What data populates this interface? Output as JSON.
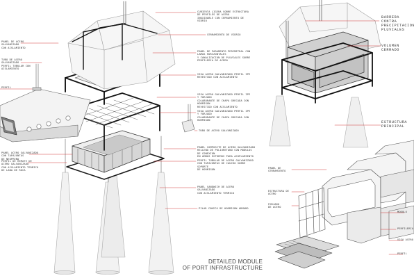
{
  "title": {
    "line1": "DETAILED MODULE",
    "line2": "OF PORT INFRASTRUCTURE"
  },
  "colors": {
    "leader": "#d23a3a",
    "steel": "#151515",
    "glass": "#9a9a9a",
    "concrete": "#bdbdbd"
  },
  "labels": {
    "main": [
      {
        "id": "r1",
        "text": "CUBIERTA LIGERA SOBRE ESTRUCTURA DE PERFILES DE ACERO\nINOXIDABLE CON CERRAMIENTO DE VIDRIO"
      },
      {
        "id": "r2",
        "text": "CERRAMIENTO DE VIDRIO"
      },
      {
        "id": "r3",
        "text": "PANEL DE PARAMENTO PERIMETRAL CON LAMAS HORIZONTALES\nY CANALIZACION DE PLUVIALES SOBRE PERFILERIA DE ACERO"
      },
      {
        "id": "r4",
        "text": "VIGA ACERO GALVANIZADO PERFIL IPE\nREVESTIDO CON AISLAMIENTO"
      },
      {
        "id": "r5",
        "text": "VIGA ACERO GALVANIZADO PERFIL IPE Y FORJADO\nCOLABORANTE DE CHAPA GRECADA CON HORMIGON\nREVESTIDO CON AISLAMIENTO"
      },
      {
        "id": "r6",
        "text": "VIGA ACERO GALVANIZADO PERFIL IPE Y FORJADO\nCOLABORANTE DE CHAPA GRECADA CON HORMIGON"
      },
      {
        "id": "r7",
        "text": "TUBO DE ACERO GALVANIZADO"
      },
      {
        "id": "r8",
        "text": "PANEL COMPOSITE DE ACERO GALVANIZADO\nRELLENO DE POLIURETANO CON MODULOS DE CONEXION\nEN AMBOS EXTREMOS PARA ACOPLAMIENTO"
      },
      {
        "id": "r9",
        "text": "PERFIL TUBULAR DE ACERO GALVANIZADO\nCON TAPAJUNTAS DE CAUCHO SOBRE SOPORTE\nDE HORMIGON"
      },
      {
        "id": "r10",
        "text": "PANEL SANDWICH DE ACERO GALVANIZADO\nCON AISLAMIENTO TERMICO"
      },
      {
        "id": "r11",
        "text": "PILAR CONICO DE HORMIGON ARMADO"
      },
      {
        "id": "l1",
        "text": "PANEL DE ACERO GALVANIZADO\nCON AISLAMIENTO"
      },
      {
        "id": "l2",
        "text": "TUBO DE ACERO GALVANIZADO\nPERFIL TUBULAR CON\nAISLAMIENTO"
      },
      {
        "id": "l3",
        "text": "PERFIL"
      },
      {
        "id": "l4",
        "text": "PANEL ACERO GALVANIZADO CON TAPAJUNTAS\nDE NEOPRENO"
      },
      {
        "id": "l5",
        "text": "PERFIL DE REMATE DE ACERO GALVANIZADO\nCON AISLAMIENTO TERMICO DE LANA DE ROCA"
      }
    ],
    "upper_right": [
      {
        "id": "ur1",
        "text": "BARRERA CONTRA\nPRECIPITACIONES\nPLUVIALES"
      },
      {
        "id": "ur2",
        "text": "VOLUMEN CERRADO"
      },
      {
        "id": "ur3",
        "text": "ESTRUCTURA\nPRINCIPAL"
      }
    ],
    "lower_right": [
      {
        "id": "lr1",
        "text": "PANEL DE CERRAMIENTO"
      },
      {
        "id": "lr2",
        "text": "ESTRUCTURA DE ACERO"
      },
      {
        "id": "lr3",
        "text": "FORJADO\nDE ACERO"
      },
      {
        "id": "lr4",
        "text": "MODULO"
      },
      {
        "id": "lr5",
        "text": "PERFILERIA"
      },
      {
        "id": "lr6",
        "text": "VIGA ACERO"
      },
      {
        "id": "lr7",
        "text": "PERFIL"
      }
    ]
  }
}
